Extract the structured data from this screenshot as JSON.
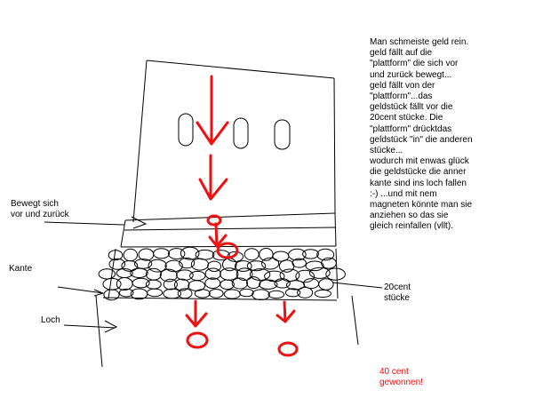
{
  "labels": {
    "moves": [
      "Bewegt sich",
      "vor und zurück"
    ],
    "edge": "Kante",
    "hole": "Loch",
    "coins": [
      "20cent",
      "stücke"
    ]
  },
  "explanation": [
    "Man schmeiste geld rein.",
    "geld fällt auf die",
    "\"plattform\" die sich vor",
    "und zurück bewegt...",
    "geld fällt von der",
    "\"plattform\"...das",
    "geldstück fällt vor die",
    "20cent stücke. Die",
    "\"plattform\" drücktdas",
    "geldstück \"in\" die anderen",
    "stücke...",
    "wodurch mit enwas glück",
    " die geldstücke die anner",
    "kante sind ins loch fallen",
    ":-) ...und mit nem",
    "magneten könnte man sie",
    "anziehen so das sie",
    "gleich reinfallen (vllt)."
  ],
  "result": [
    "40 cent",
    "gewonnen!"
  ],
  "colors": {
    "ink": "#000000",
    "accent": "#ee1111",
    "background": "#ffffff"
  }
}
